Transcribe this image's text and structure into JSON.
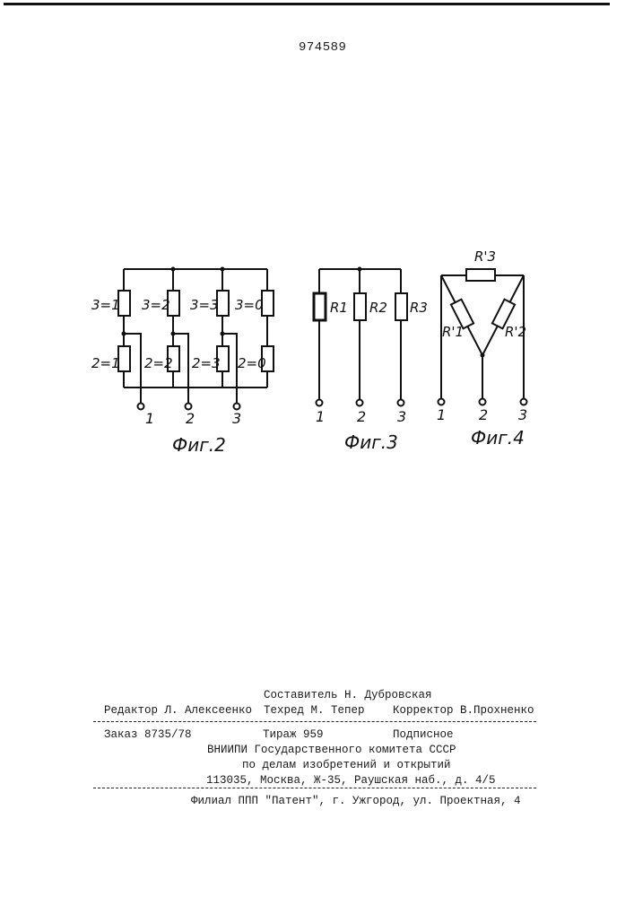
{
  "patent_number": "974589",
  "figures": {
    "fig2": {
      "caption": "Фиг.2",
      "upper_labels": [
        "3=1",
        "3=2",
        "3=3",
        "3=0"
      ],
      "lower_labels": [
        "2=1",
        "2=2",
        "2=3",
        "2=0"
      ],
      "terminals": [
        "1",
        "2",
        "3"
      ]
    },
    "fig3": {
      "caption": "Фиг.3",
      "resistors": [
        "R1",
        "R2",
        "R3"
      ],
      "terminals": [
        "1",
        "2",
        "3"
      ]
    },
    "fig4": {
      "caption": "Фиг.4",
      "resistors": [
        "R'3",
        "R'1",
        "R'2"
      ],
      "terminals": [
        "1",
        "2",
        "3"
      ]
    }
  },
  "imprint": {
    "compiler": "Составитель Н. Дубровская",
    "editor": "Редактор Л. Алексеенко",
    "techred": "Техред М. Тепер",
    "corrector": "Корректор В.Прохненко",
    "order": "Заказ 8735/78",
    "circulation": "Тираж 959",
    "subscription": "Подписное",
    "org_line1": "ВНИИПИ Государственного комитета СССР",
    "org_line2": "по делам изобретений и открытий",
    "address": "113035, Москва, Ж-35, Раушская наб., д. 4/5",
    "branch": "Филиал ППП \"Патент\", г. Ужгород, ул. Проектная, 4"
  }
}
